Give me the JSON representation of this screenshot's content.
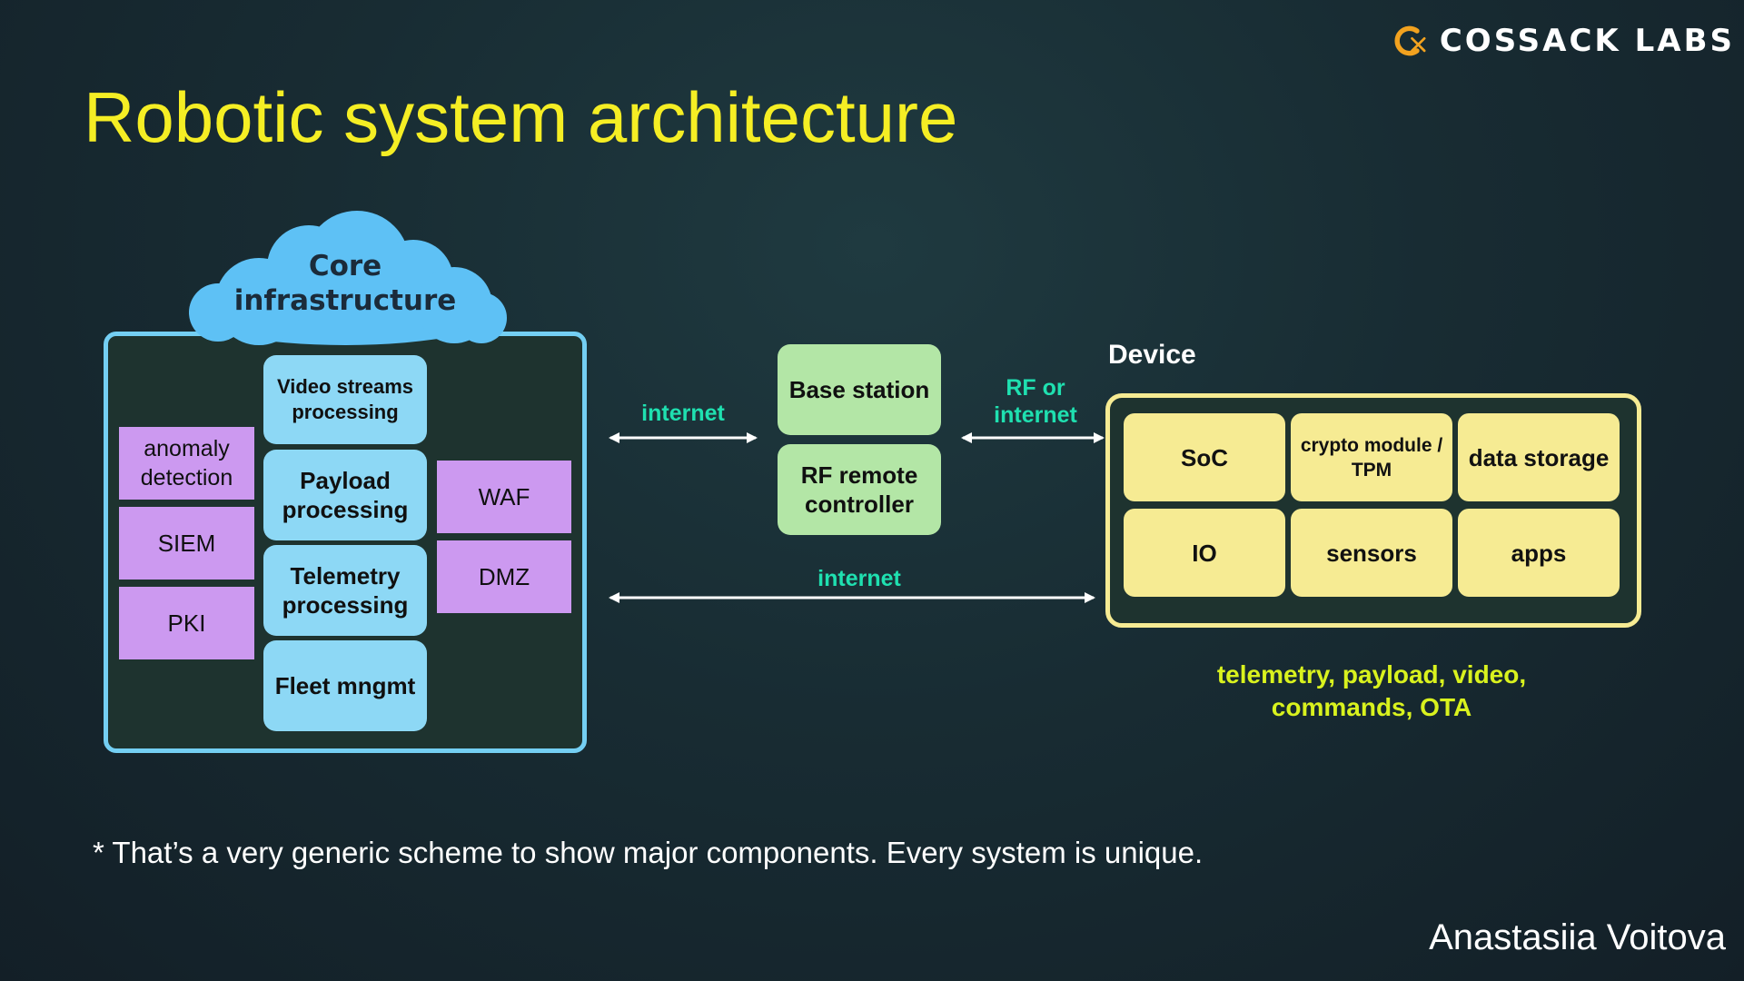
{
  "header": {
    "brand": "COSSACK LABS",
    "logo_icon": "cossack-labs-logo-icon",
    "title": "Robotic system architecture"
  },
  "colors": {
    "title": "#f5ee24",
    "logo_accent": "#f2a21f",
    "cloud": "#5ec1f5",
    "service_box": "#8dd8f5",
    "security_box": "#cc99f0",
    "base_box": "#b3e6a6",
    "device_box": "#f6eb93",
    "connection_label": "#1fe0b0",
    "device_caption": "#d9f21e"
  },
  "core": {
    "label": "Core infrastructure",
    "services": [
      "Video streams processing",
      "Payload processing",
      "Telemetry processing",
      "Fleet mngmt"
    ],
    "security_left": [
      "anomaly detection",
      "SIEM",
      "PKI"
    ],
    "security_right": [
      "WAF",
      "DMZ"
    ]
  },
  "middle": {
    "base_station": "Base station",
    "rf_remote": "RF remote controller"
  },
  "connections": {
    "core_to_base": "internet",
    "base_to_device": "RF or internet",
    "core_to_device": "internet"
  },
  "device": {
    "heading": "Device",
    "components": [
      "SoC",
      "crypto module / TPM",
      "data storage",
      "IO",
      "sensors",
      "apps"
    ],
    "caption": "telemetry, payload, video, commands, OTA"
  },
  "footer": {
    "footnote": "* That’s a very generic scheme to show major components. Every system is unique.",
    "author": "Anastasiia Voitova"
  }
}
